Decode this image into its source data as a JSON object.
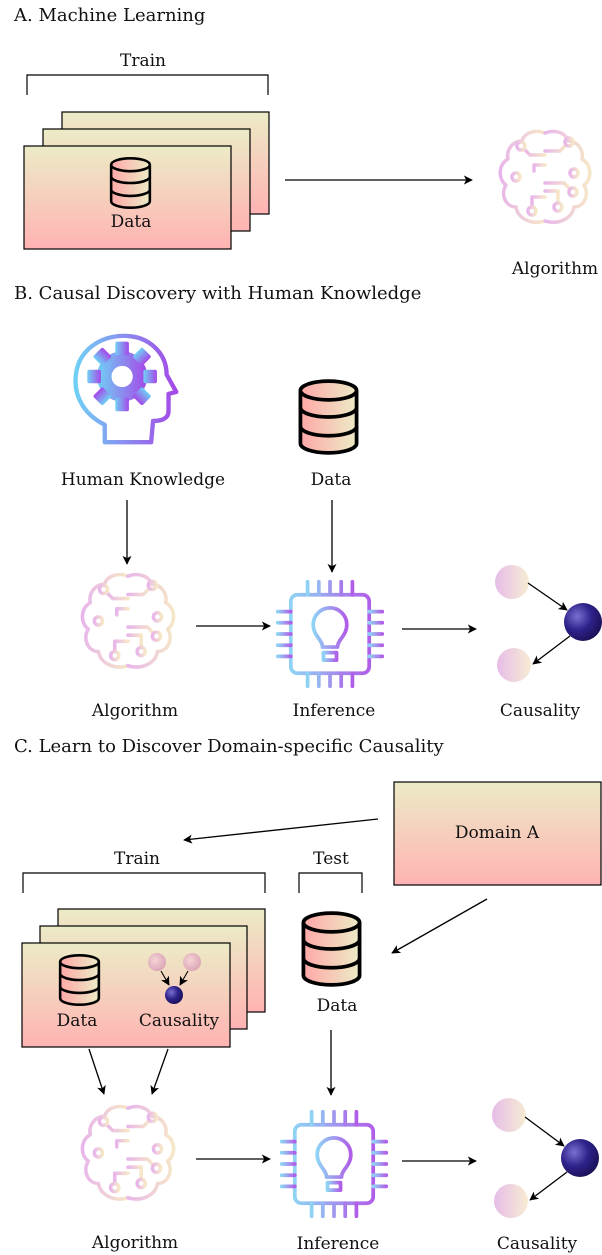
{
  "sections": {
    "a": {
      "title": "A. Machine Learning",
      "train": "Train",
      "data": "Data",
      "algorithm": "Algorithm"
    },
    "b": {
      "title": "B. Causal Discovery with Human Knowledge",
      "human": "Human Knowledge",
      "data": "Data",
      "algorithm": "Algorithm",
      "inference": "Inference",
      "causality": "Causality"
    },
    "c": {
      "title": "C. Learn to Discover Domain-specific Causality",
      "domain": "Domain A",
      "train": "Train",
      "test": "Test",
      "data_inner": "Data",
      "causality_inner": "Causality",
      "data": "Data",
      "algorithm": "Algorithm",
      "inference": "Inference",
      "causality": "Causality"
    }
  },
  "colors": {
    "box_top": "#ecebc6",
    "box_bottom": "#ffb3b3",
    "accent_blue": "#7ec8f0",
    "accent_purple": "#a855f7",
    "node_dark": "#2a1f7a",
    "node_light": "#e8c6e6",
    "brain_pink": "#e6b8e6"
  },
  "icons": [
    "database-icon",
    "brain-circuit-icon",
    "head-gear-icon",
    "chip-bulb-icon",
    "causal-graph-icon"
  ]
}
